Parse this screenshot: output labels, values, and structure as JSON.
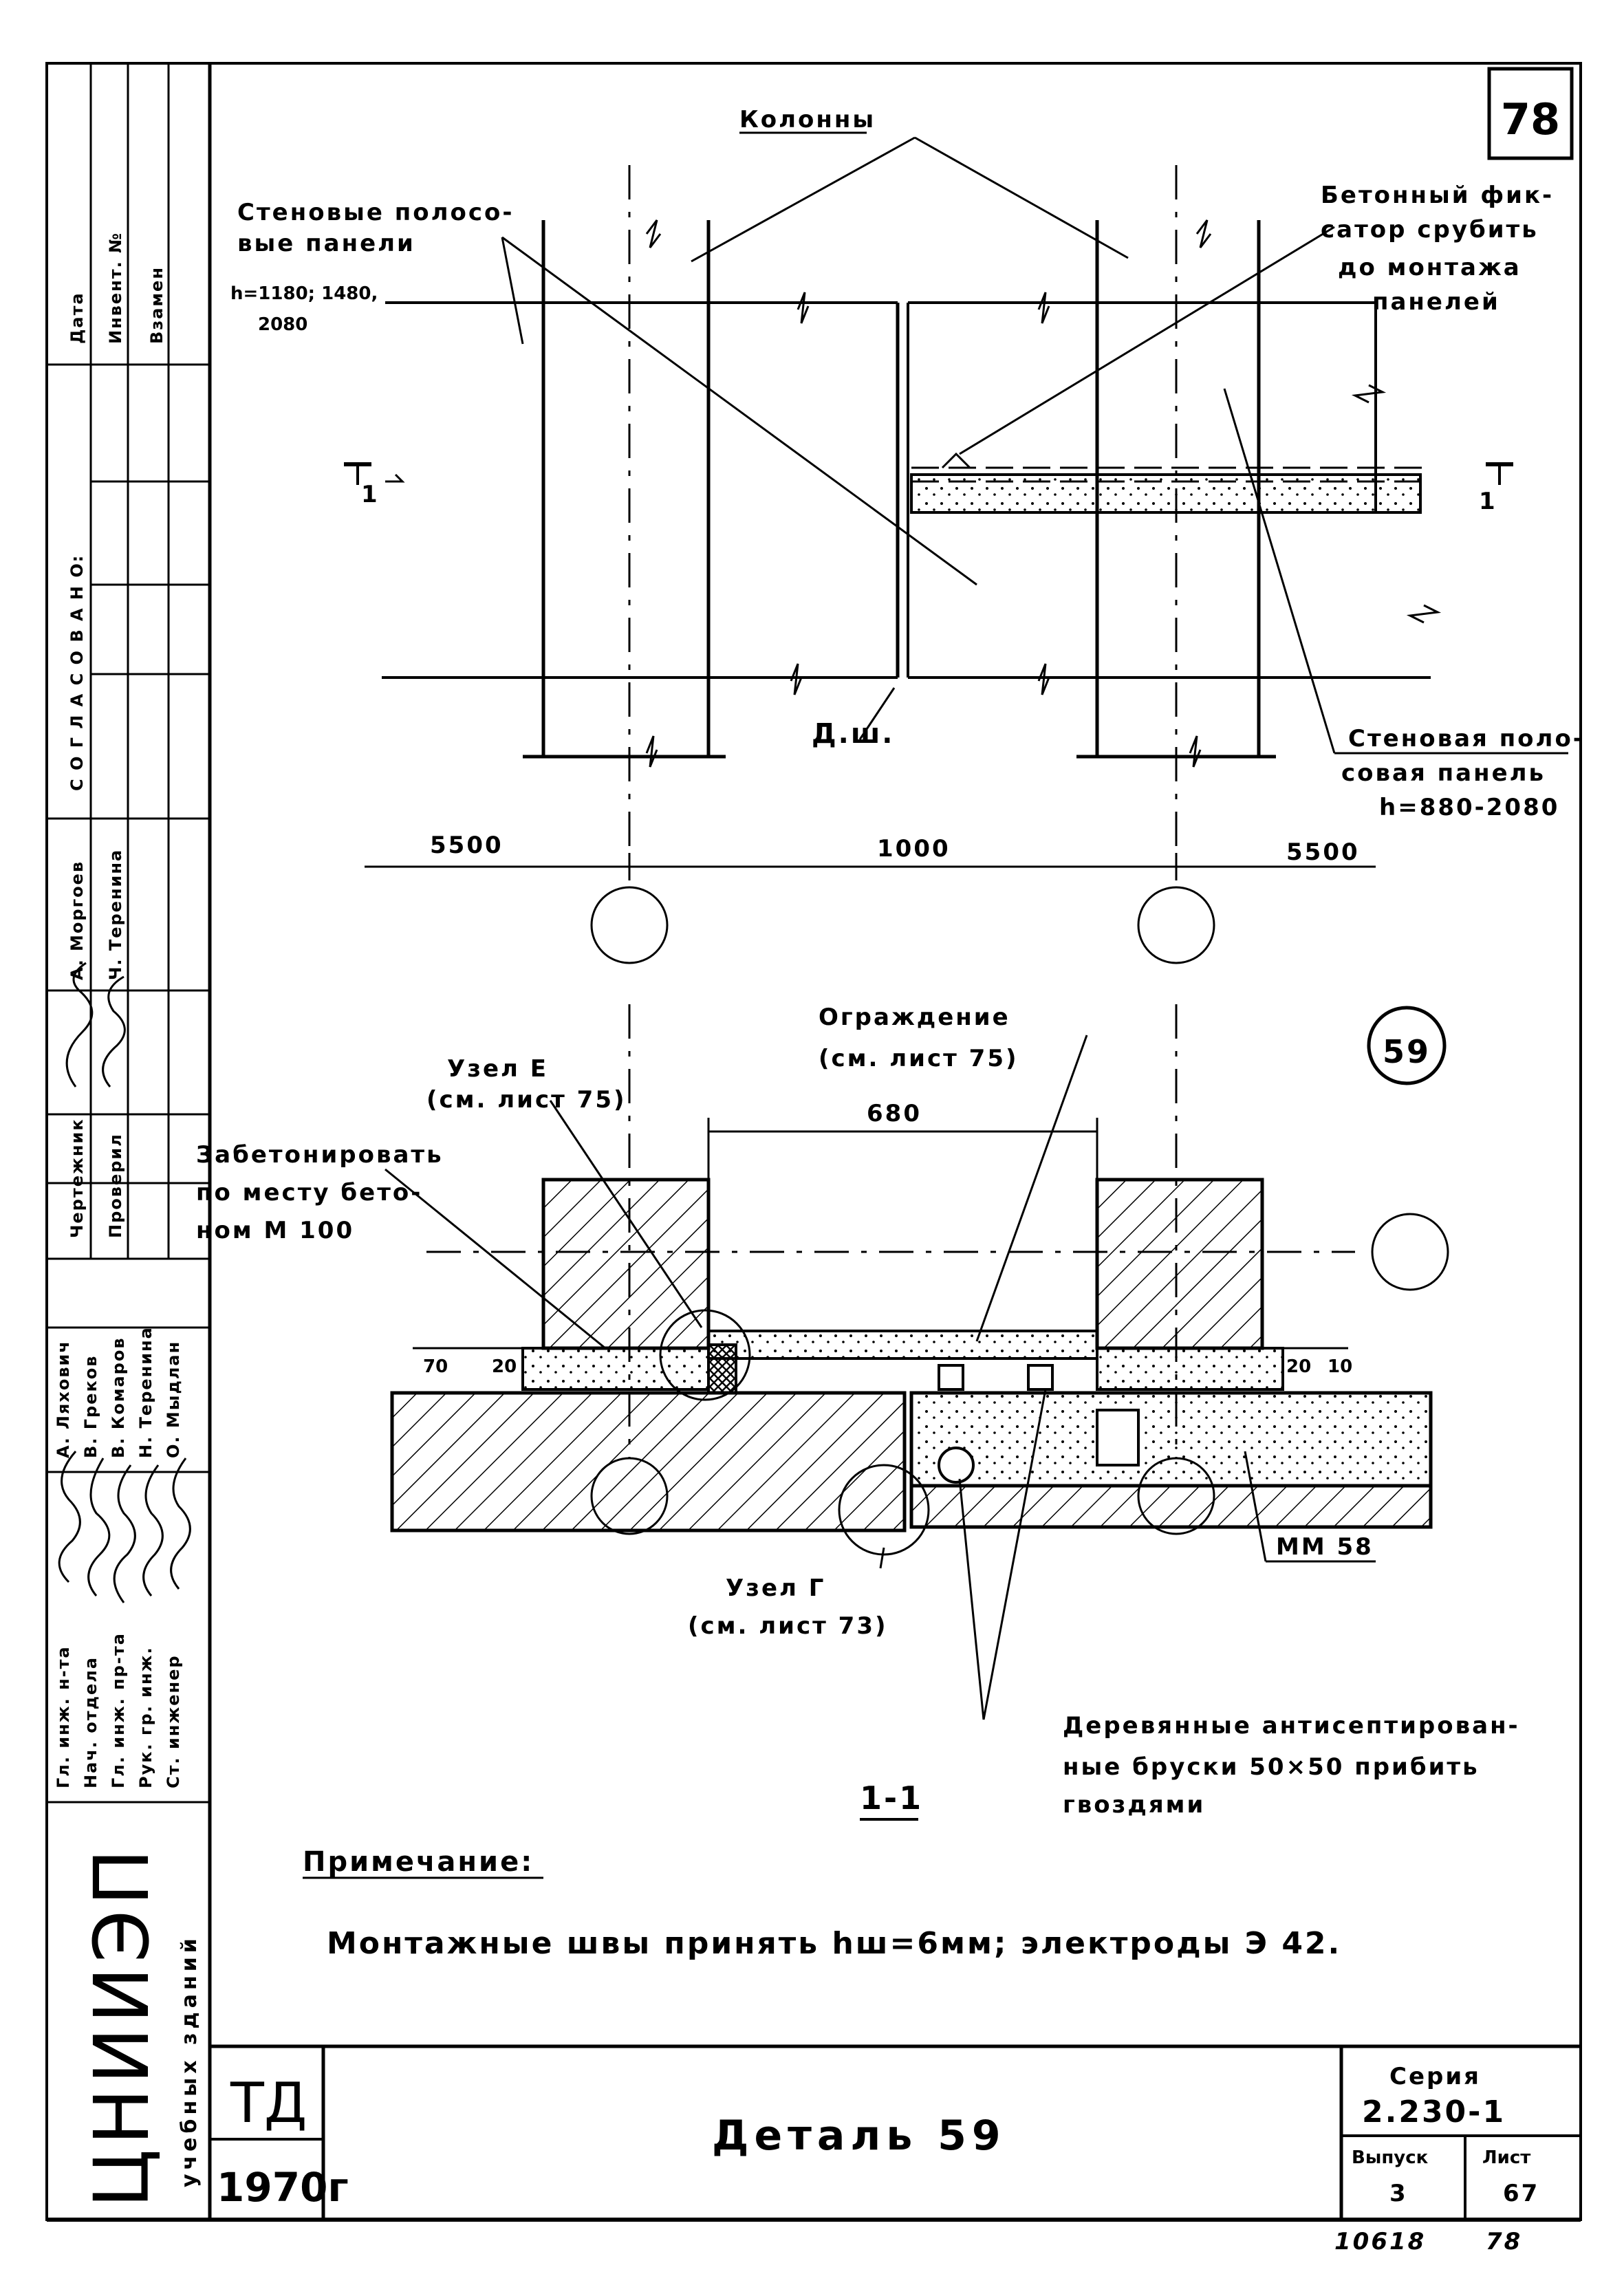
{
  "sheet": {
    "page_number_box": "78",
    "bottom_note_left": "10618",
    "bottom_note_right": "78"
  },
  "plan": {
    "label_columns": "Колонны",
    "label_wall_panels_left_1": "Стеновые полосо-",
    "label_wall_panels_left_2": "вые панели",
    "label_wall_panels_left_3": "h=1180; 1480,",
    "label_wall_panels_left_4": "2080",
    "label_fixator_1": "Бетонный фик-",
    "label_fixator_2": "сатор срубить",
    "label_fixator_3": "до монтажа",
    "label_fixator_4": "панелей",
    "label_joint": "Д.ш.",
    "label_wall_panel_right_1": "Стеновая поло-",
    "label_wall_panel_right_2": "совая панель",
    "label_wall_panel_right_3": "h=880-2080",
    "dim_left": "5500",
    "dim_mid": "1000",
    "dim_right": "5500",
    "section_mark_left": "1",
    "section_mark_right": "1"
  },
  "section": {
    "detail_number": "59",
    "label_fence_1": "Ограждение",
    "label_fence_2": "(см. лист 75)",
    "label_node_e_1": "Узел Е",
    "label_node_e_2": "(см. лист 75)",
    "dim_680": "680",
    "label_concrete_1": "Забетонировать",
    "label_concrete_2": "по месту бето-",
    "label_concrete_3": "ном   М 100",
    "dim_70": "70",
    "dim_20_left": "20",
    "dim_20_right": "20",
    "dim_10": "10",
    "label_node_g_1": "Узел Г",
    "label_node_g_2": "(см. лист 73)",
    "label_mm58": "ММ 58",
    "label_bars_1": "Деревянные антисептирован-",
    "label_bars_2": "ные бруски  50×50  прибить",
    "label_bars_3": "гвоздями",
    "section_title": "1-1"
  },
  "note": {
    "heading": "Примечание:",
    "text": "Монтажные швы  принять  hш=6мм;  электроды  Э 42."
  },
  "title_block": {
    "org_name": "ЦНИИЭП",
    "org_sub": "учебных зданий",
    "td": "ТД",
    "year": "1970г",
    "drawing_title": "Деталь 59",
    "series_label": "Серия",
    "series_value": "2.230-1",
    "issue_label": "Выпуск",
    "issue_value": "3",
    "sheet_label": "Лист",
    "sheet_value": "67"
  },
  "side_stamp": {
    "date": "Дата",
    "inv": "Инвент. №",
    "replace": "Взамен",
    "agreed": "С О Г Л А С О В А Н О:",
    "roles": [
      "Гл. инж. н-та",
      "Нач. отдела",
      "Гл. инж. пр-та",
      "Рук. гр. инж.",
      "Ст. инженер"
    ],
    "names": [
      "А. Ляхович",
      "В. Греков",
      "В. Комаров",
      "Н. Теренина",
      "О. Мыдлан"
    ],
    "drawn_label": "Чертежник",
    "checked_label": "Проверил",
    "drawn_name": "А. Моргоев",
    "checked_name": "Ч. Теренина"
  }
}
